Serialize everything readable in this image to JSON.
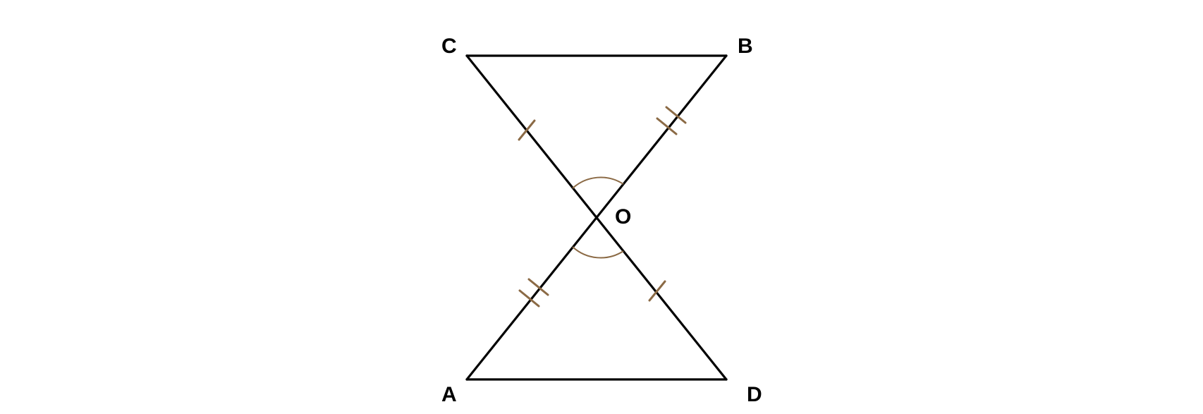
{
  "points": {
    "A": {
      "label": "A"
    },
    "B": {
      "label": "B"
    },
    "C": {
      "label": "C"
    },
    "D": {
      "label": "D"
    },
    "O": {
      "label": "O"
    }
  },
  "segments": [
    "CB",
    "AD",
    "CD",
    "AB"
  ],
  "equal_marks": [
    {
      "segment": "CO",
      "ticks": 1
    },
    {
      "segment": "OD",
      "ticks": 1
    },
    {
      "segment": "OB",
      "ticks": 2
    },
    {
      "segment": "AO",
      "ticks": 2
    }
  ],
  "angle_marks": [
    {
      "angle": "COB"
    },
    {
      "angle": "AOD"
    }
  ],
  "colors": {
    "lines": "#000000",
    "marks": "#8b6a45",
    "background": "#ffffff"
  }
}
